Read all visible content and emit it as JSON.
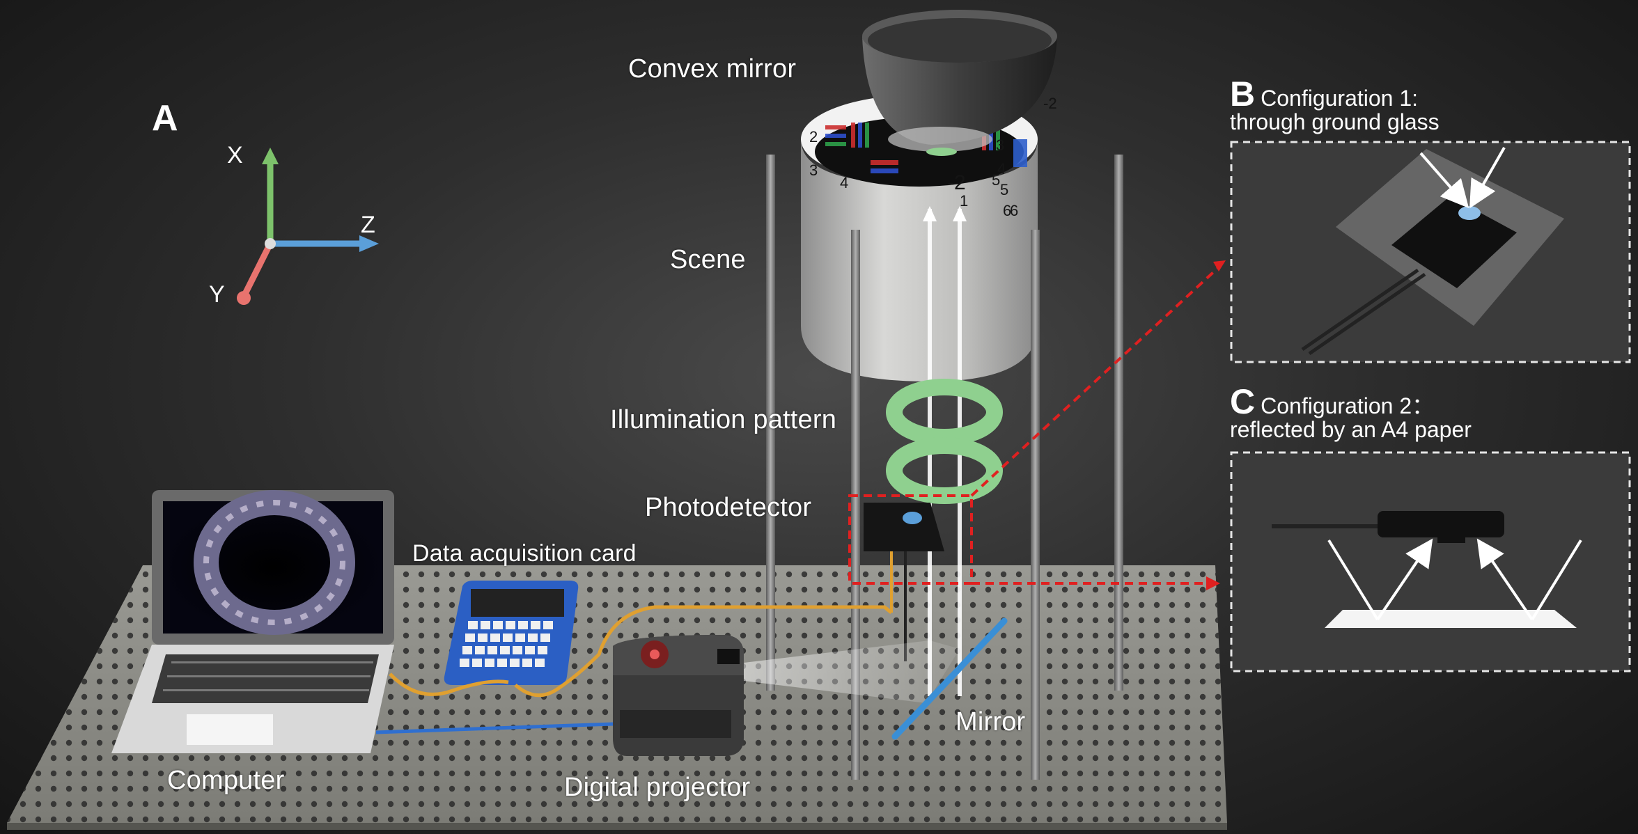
{
  "panels": {
    "a_letter": "A",
    "b_letter": "B",
    "b_title_line1": "Configuration 1:",
    "b_title_line2": "through ground glass",
    "c_letter": "C",
    "c_title_line1": "Configuration 2：",
    "c_title_line2": "reflected by an A4 paper"
  },
  "axes": {
    "x": "X",
    "y": "Y",
    "z": "Z"
  },
  "labels": {
    "convex_mirror": "Convex mirror",
    "scene": "Scene",
    "illumination_pattern": "Illumination pattern",
    "photodetector": "Photodetector",
    "data_acquisition_card": "Data acquisition card",
    "computer": "Computer",
    "digital_projector": "Digital projector",
    "mirror": "Mirror"
  },
  "scene_chart_numbers": [
    "2",
    "3",
    "4",
    "-2",
    "5",
    "6",
    "-2",
    "1",
    "3",
    "4",
    "5",
    "6",
    "-2"
  ],
  "colors": {
    "axis_x": "#7dc26b",
    "axis_y": "#e8736e",
    "axis_z": "#5b9fd9",
    "highlight_dashed": "#e02020",
    "illumination_ring": "#8fd08f",
    "daq_card": "#2b5fc4",
    "mirror_plate": "#3a8fd6",
    "cable_orange": "#e0a030",
    "cable_blue": "#2f6fd0"
  }
}
